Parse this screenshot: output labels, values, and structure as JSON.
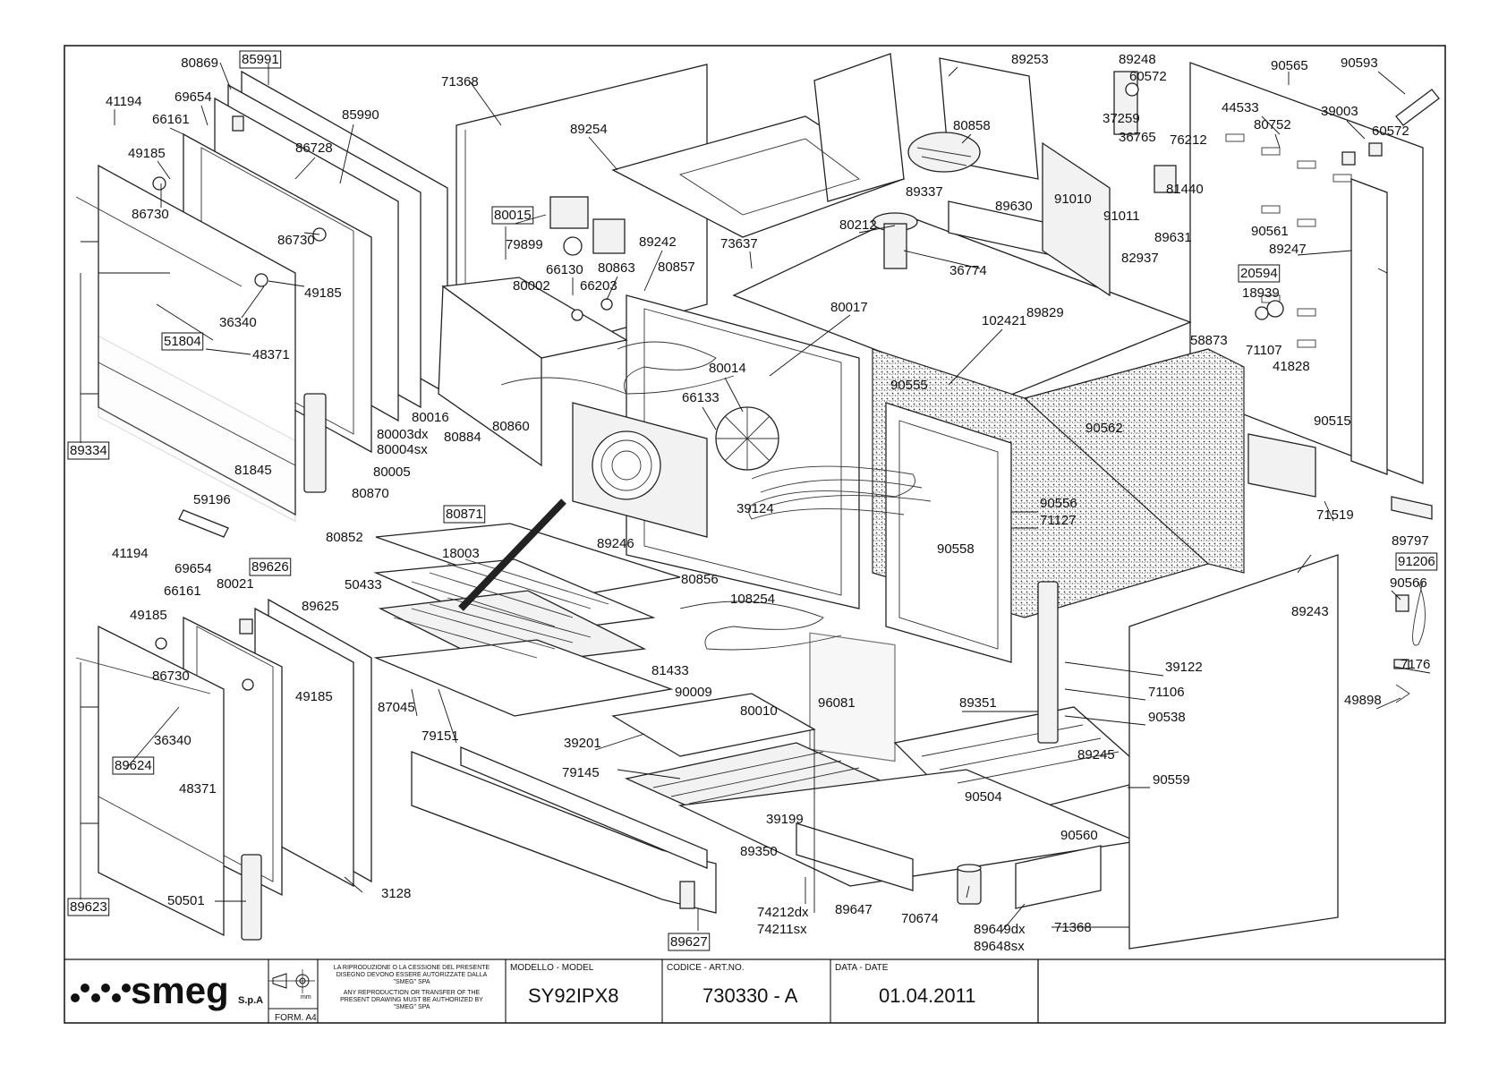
{
  "brand": {
    "name": "smeg",
    "suffix": "S.p.A"
  },
  "title_block": {
    "format": "FORM. A4",
    "notice_it": [
      "LA RIPRODUZIONE O LA CESSIONE DEL PRESENTE",
      "DISEGNO DEVONO ESSERE AUTORIZZATE DALLA",
      "\"SMEG\" SPA"
    ],
    "notice_en": [
      "ANY REPRODUCTION OR TRANSFER OF THE",
      "PRESENT DRAWING MUST BE AUTHORIZED BY",
      "\"SMEG\" SPA"
    ],
    "model_label": "MODELLO - MODEL",
    "model": "SY92IPX8",
    "code_label": "CODICE - ART.NO.",
    "code": "730330 - A",
    "date_label": "DATA - DATE",
    "date": "01.04.2011"
  },
  "parts": [
    {
      "id": "p0",
      "label": "80869"
    },
    {
      "id": "p1",
      "label": "85991",
      "boxed": true
    },
    {
      "id": "p2",
      "label": "41194"
    },
    {
      "id": "p3",
      "label": "69654"
    },
    {
      "id": "p4",
      "label": "66161"
    },
    {
      "id": "p5",
      "label": "85990"
    },
    {
      "id": "p6",
      "label": "49185"
    },
    {
      "id": "p7",
      "label": "86728"
    },
    {
      "id": "p8",
      "label": "86730"
    },
    {
      "id": "p9",
      "label": "86730"
    },
    {
      "id": "p10",
      "label": "49185"
    },
    {
      "id": "p11",
      "label": "36340"
    },
    {
      "id": "p12",
      "label": "51804",
      "boxed": true
    },
    {
      "id": "p13",
      "label": "48371"
    },
    {
      "id": "p14",
      "label": "89334",
      "boxed": true
    },
    {
      "id": "p15",
      "label": "81845"
    },
    {
      "id": "p16",
      "label": "59196"
    },
    {
      "id": "p17",
      "label": "41194"
    },
    {
      "id": "p18",
      "label": "69654"
    },
    {
      "id": "p19",
      "label": "89626",
      "boxed": true
    },
    {
      "id": "p20",
      "label": "66161"
    },
    {
      "id": "p21",
      "label": "80021"
    },
    {
      "id": "p22",
      "label": "49185"
    },
    {
      "id": "p23",
      "label": "89625"
    },
    {
      "id": "p24",
      "label": "86730"
    },
    {
      "id": "p25",
      "label": "49185"
    },
    {
      "id": "p26",
      "label": "36340"
    },
    {
      "id": "p27",
      "label": "89624",
      "boxed": true
    },
    {
      "id": "p28",
      "label": "48371"
    },
    {
      "id": "p29",
      "label": "89623",
      "boxed": true
    },
    {
      "id": "p30",
      "label": "50501"
    },
    {
      "id": "p31",
      "label": "3128"
    },
    {
      "id": "p32",
      "label": "71368"
    },
    {
      "id": "p33",
      "label": "89254"
    },
    {
      "id": "p34",
      "label": "80015",
      "boxed": true
    },
    {
      "id": "p35",
      "label": "79899"
    },
    {
      "id": "p36",
      "label": "66130"
    },
    {
      "id": "p37",
      "label": "80863"
    },
    {
      "id": "p38",
      "label": "80002"
    },
    {
      "id": "p39",
      "label": "66203"
    },
    {
      "id": "p40",
      "label": "89242"
    },
    {
      "id": "p41",
      "label": "80857"
    },
    {
      "id": "p42",
      "label": "73637"
    },
    {
      "id": "p43",
      "label": "80017"
    },
    {
      "id": "p44",
      "label": "80014"
    },
    {
      "id": "p45",
      "label": "66133"
    },
    {
      "id": "p46",
      "label": "80016"
    },
    {
      "id": "p47",
      "label": "80860"
    },
    {
      "id": "p48",
      "label": "80884"
    },
    {
      "id": "p49",
      "label": "80003dx"
    },
    {
      "id": "p50",
      "label": "80004sx"
    },
    {
      "id": "p51",
      "label": "80005"
    },
    {
      "id": "p52",
      "label": "80870"
    },
    {
      "id": "p53",
      "label": "80871",
      "boxed": true
    },
    {
      "id": "p54",
      "label": "80852"
    },
    {
      "id": "p55",
      "label": "18003"
    },
    {
      "id": "p56",
      "label": "89246"
    },
    {
      "id": "p57",
      "label": "50433"
    },
    {
      "id": "p58",
      "label": "39124"
    },
    {
      "id": "p59",
      "label": "80856"
    },
    {
      "id": "p60",
      "label": "108254"
    },
    {
      "id": "p61",
      "label": "81433"
    },
    {
      "id": "p62",
      "label": "90009"
    },
    {
      "id": "p63",
      "label": "87045"
    },
    {
      "id": "p64",
      "label": "79151"
    },
    {
      "id": "p65",
      "label": "80010"
    },
    {
      "id": "p66",
      "label": "96081"
    },
    {
      "id": "p67",
      "label": "39201"
    },
    {
      "id": "p68",
      "label": "79145"
    },
    {
      "id": "p69",
      "label": "39199"
    },
    {
      "id": "p70",
      "label": "89350"
    },
    {
      "id": "p71",
      "label": "74212dx"
    },
    {
      "id": "p72",
      "label": "74211sx"
    },
    {
      "id": "p73",
      "label": "89647"
    },
    {
      "id": "p74",
      "label": "89627",
      "boxed": true
    },
    {
      "id": "p75",
      "label": "89253"
    },
    {
      "id": "p76",
      "label": "80858"
    },
    {
      "id": "p77",
      "label": "89337"
    },
    {
      "id": "p78",
      "label": "80212"
    },
    {
      "id": "p79",
      "label": "36774"
    },
    {
      "id": "p80",
      "label": "89630"
    },
    {
      "id": "p81",
      "label": "91010"
    },
    {
      "id": "p82",
      "label": "91011"
    },
    {
      "id": "p83",
      "label": "89829"
    },
    {
      "id": "p84",
      "label": "102421"
    },
    {
      "id": "p85",
      "label": "90555"
    },
    {
      "id": "p86",
      "label": "89248"
    },
    {
      "id": "p87",
      "label": "60572"
    },
    {
      "id": "p88",
      "label": "37259"
    },
    {
      "id": "p89",
      "label": "36765"
    },
    {
      "id": "p90",
      "label": "76212"
    },
    {
      "id": "p91",
      "label": "81440"
    },
    {
      "id": "p92",
      "label": "89631"
    },
    {
      "id": "p93",
      "label": "82937"
    },
    {
      "id": "p94",
      "label": "58873"
    },
    {
      "id": "p95",
      "label": "90562"
    },
    {
      "id": "p96",
      "label": "90556"
    },
    {
      "id": "p97",
      "label": "71127"
    },
    {
      "id": "p98",
      "label": "90558"
    },
    {
      "id": "p99",
      "label": "89351"
    },
    {
      "id": "p100",
      "label": "90504"
    },
    {
      "id": "p101",
      "label": "90560"
    },
    {
      "id": "p102",
      "label": "70674"
    },
    {
      "id": "p103",
      "label": "89649dx"
    },
    {
      "id": "p104",
      "label": "89648sx"
    },
    {
      "id": "p105",
      "label": "71368"
    },
    {
      "id": "p106",
      "label": "90565"
    },
    {
      "id": "p107",
      "label": "90593"
    },
    {
      "id": "p108",
      "label": "44533"
    },
    {
      "id": "p109",
      "label": "80752"
    },
    {
      "id": "p110",
      "label": "39003"
    },
    {
      "id": "p111",
      "label": "60572"
    },
    {
      "id": "p112",
      "label": "90561"
    },
    {
      "id": "p113",
      "label": "89247"
    },
    {
      "id": "p114",
      "label": "20594",
      "boxed": true
    },
    {
      "id": "p115",
      "label": "18939"
    },
    {
      "id": "p116",
      "label": "71107"
    },
    {
      "id": "p117",
      "label": "41828"
    },
    {
      "id": "p118",
      "label": "90515"
    },
    {
      "id": "p119",
      "label": "71519"
    },
    {
      "id": "p120",
      "label": "89797"
    },
    {
      "id": "p121",
      "label": "91206",
      "boxed": true
    },
    {
      "id": "p122",
      "label": "90566"
    },
    {
      "id": "p123",
      "label": "89243"
    },
    {
      "id": "p124",
      "label": "7176"
    },
    {
      "id": "p125",
      "label": "49898"
    },
    {
      "id": "p126",
      "label": "39122"
    },
    {
      "id": "p127",
      "label": "71106"
    },
    {
      "id": "p128",
      "label": "90538"
    },
    {
      "id": "p129",
      "label": "89245"
    },
    {
      "id": "p130",
      "label": "90559"
    }
  ]
}
